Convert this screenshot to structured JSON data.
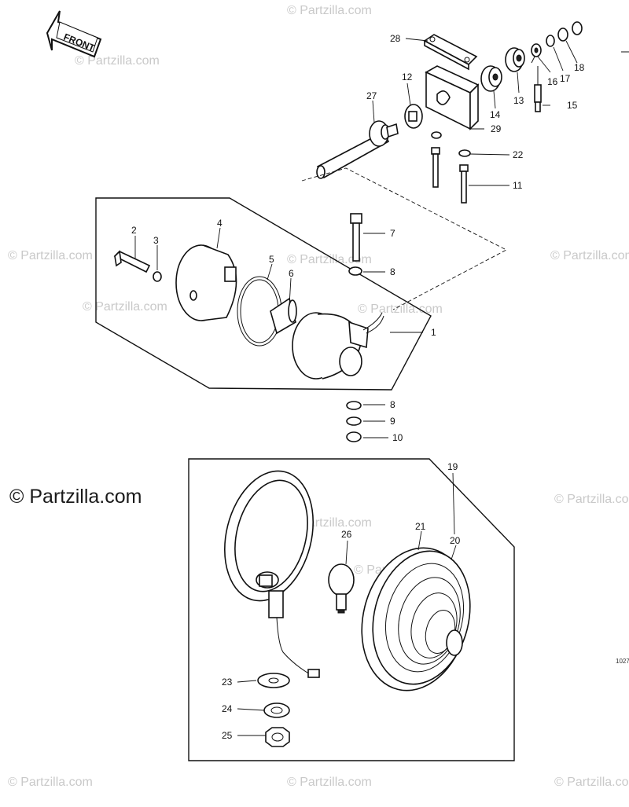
{
  "watermark": {
    "text": "© Partzilla.com",
    "main_text": "© Partzilla.com"
  },
  "front_arrow": {
    "label": "FRONT"
  },
  "figure_code": "1027",
  "callouts": [
    "1",
    "2",
    "3",
    "4",
    "5",
    "6",
    "7",
    "8",
    "8",
    "9",
    "10",
    "11",
    "12",
    "13",
    "14",
    "15",
    "16",
    "17",
    "18",
    "19",
    "20",
    "21",
    "22",
    "23",
    "24",
    "25",
    "26",
    "27",
    "28",
    "29"
  ]
}
